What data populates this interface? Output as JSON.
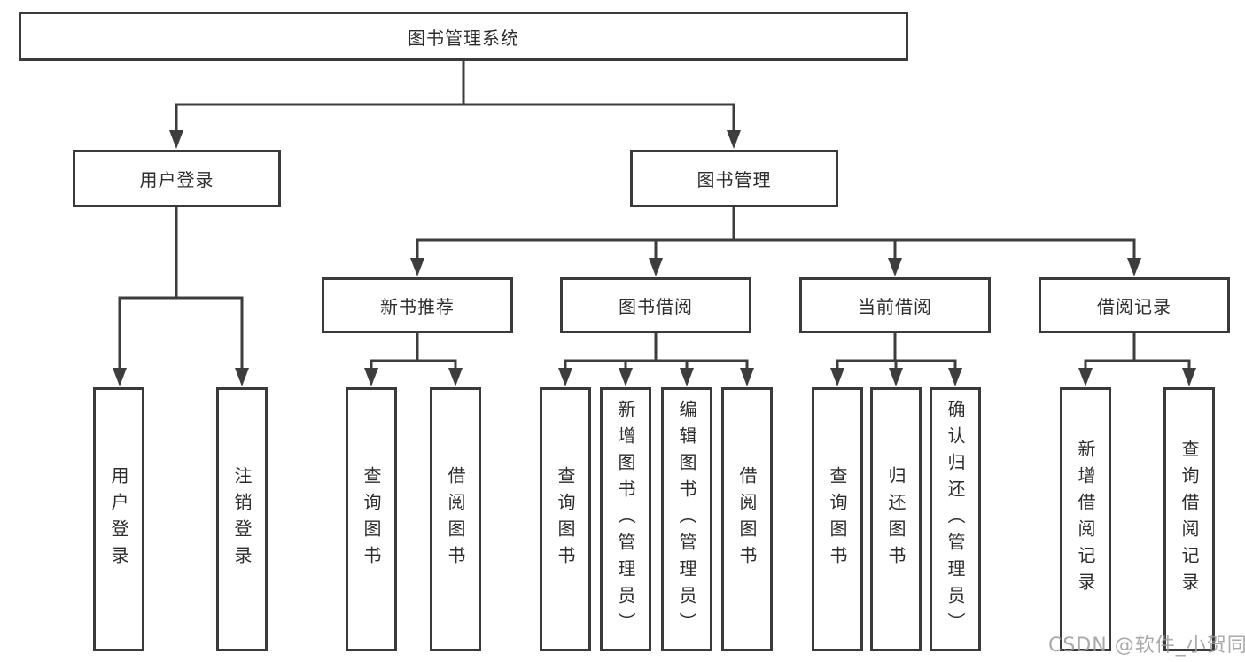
{
  "colors": {
    "line": "#3d3d3d",
    "box_border": "#3a3a3a",
    "text": "#2d2d2d",
    "watermark": "#9c9c9c",
    "background": "#ffffff"
  },
  "tree": {
    "root": {
      "label": "图书管理系统"
    },
    "children": [
      {
        "label": "用户登录",
        "leaves": [
          {
            "label": "用户登录"
          },
          {
            "label": "注销登录"
          }
        ]
      },
      {
        "label": "图书管理",
        "children": [
          {
            "label": "新书推荐",
            "leaves": [
              {
                "label": "查询图书"
              },
              {
                "label": "借阅图书"
              }
            ]
          },
          {
            "label": "图书借阅",
            "leaves": [
              {
                "label": "查询图书"
              },
              {
                "label": "新增图书（管理员）"
              },
              {
                "label": "编辑图书（管理员）"
              },
              {
                "label": "借阅图书"
              }
            ]
          },
          {
            "label": "当前借阅",
            "leaves": [
              {
                "label": "查询图书"
              },
              {
                "label": "归还图书"
              },
              {
                "label": "确认归还（管理员）"
              }
            ]
          },
          {
            "label": "借阅记录",
            "leaves": [
              {
                "label": "新增借阅记录"
              },
              {
                "label": "查询借阅记录"
              }
            ]
          }
        ]
      }
    ]
  },
  "watermark": {
    "text": "CSDN @软件_小贺同学"
  }
}
